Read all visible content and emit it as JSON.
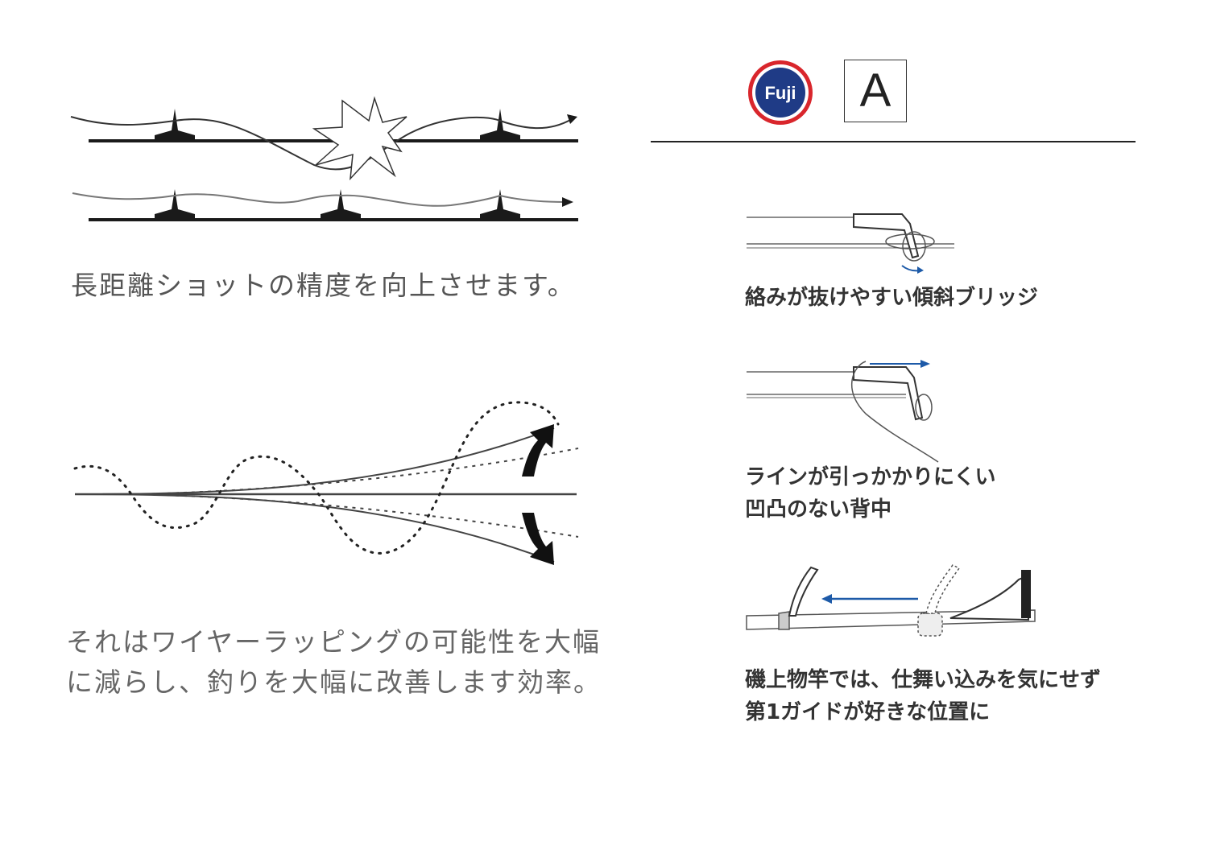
{
  "brand": {
    "logo_text": "Fuji",
    "logo_color": "#1f3b86",
    "ring_color": "#d9262c"
  },
  "badge": {
    "letter": "A"
  },
  "left": {
    "caption_top": "長距離ショットの精度を向上させます。",
    "caption_bottom_lines": [
      "それはワイヤーラッピングの可能性を大幅",
      "に減らし、釣りを大幅に改善します効率。"
    ]
  },
  "right": {
    "feature1": {
      "lines": [
        "絡みが抜けやすい傾斜ブリッジ"
      ]
    },
    "feature2": {
      "lines": [
        "ラインが引っかかりにくい",
        "凹凸のない背中"
      ]
    },
    "feature3": {
      "lines": [
        "磯上物竿では、仕舞い込みを気にせず",
        "第1ガイドが好きな位置に"
      ]
    }
  },
  "colors": {
    "arrow_blue": "#1d5aa8",
    "ink": "#222222"
  }
}
